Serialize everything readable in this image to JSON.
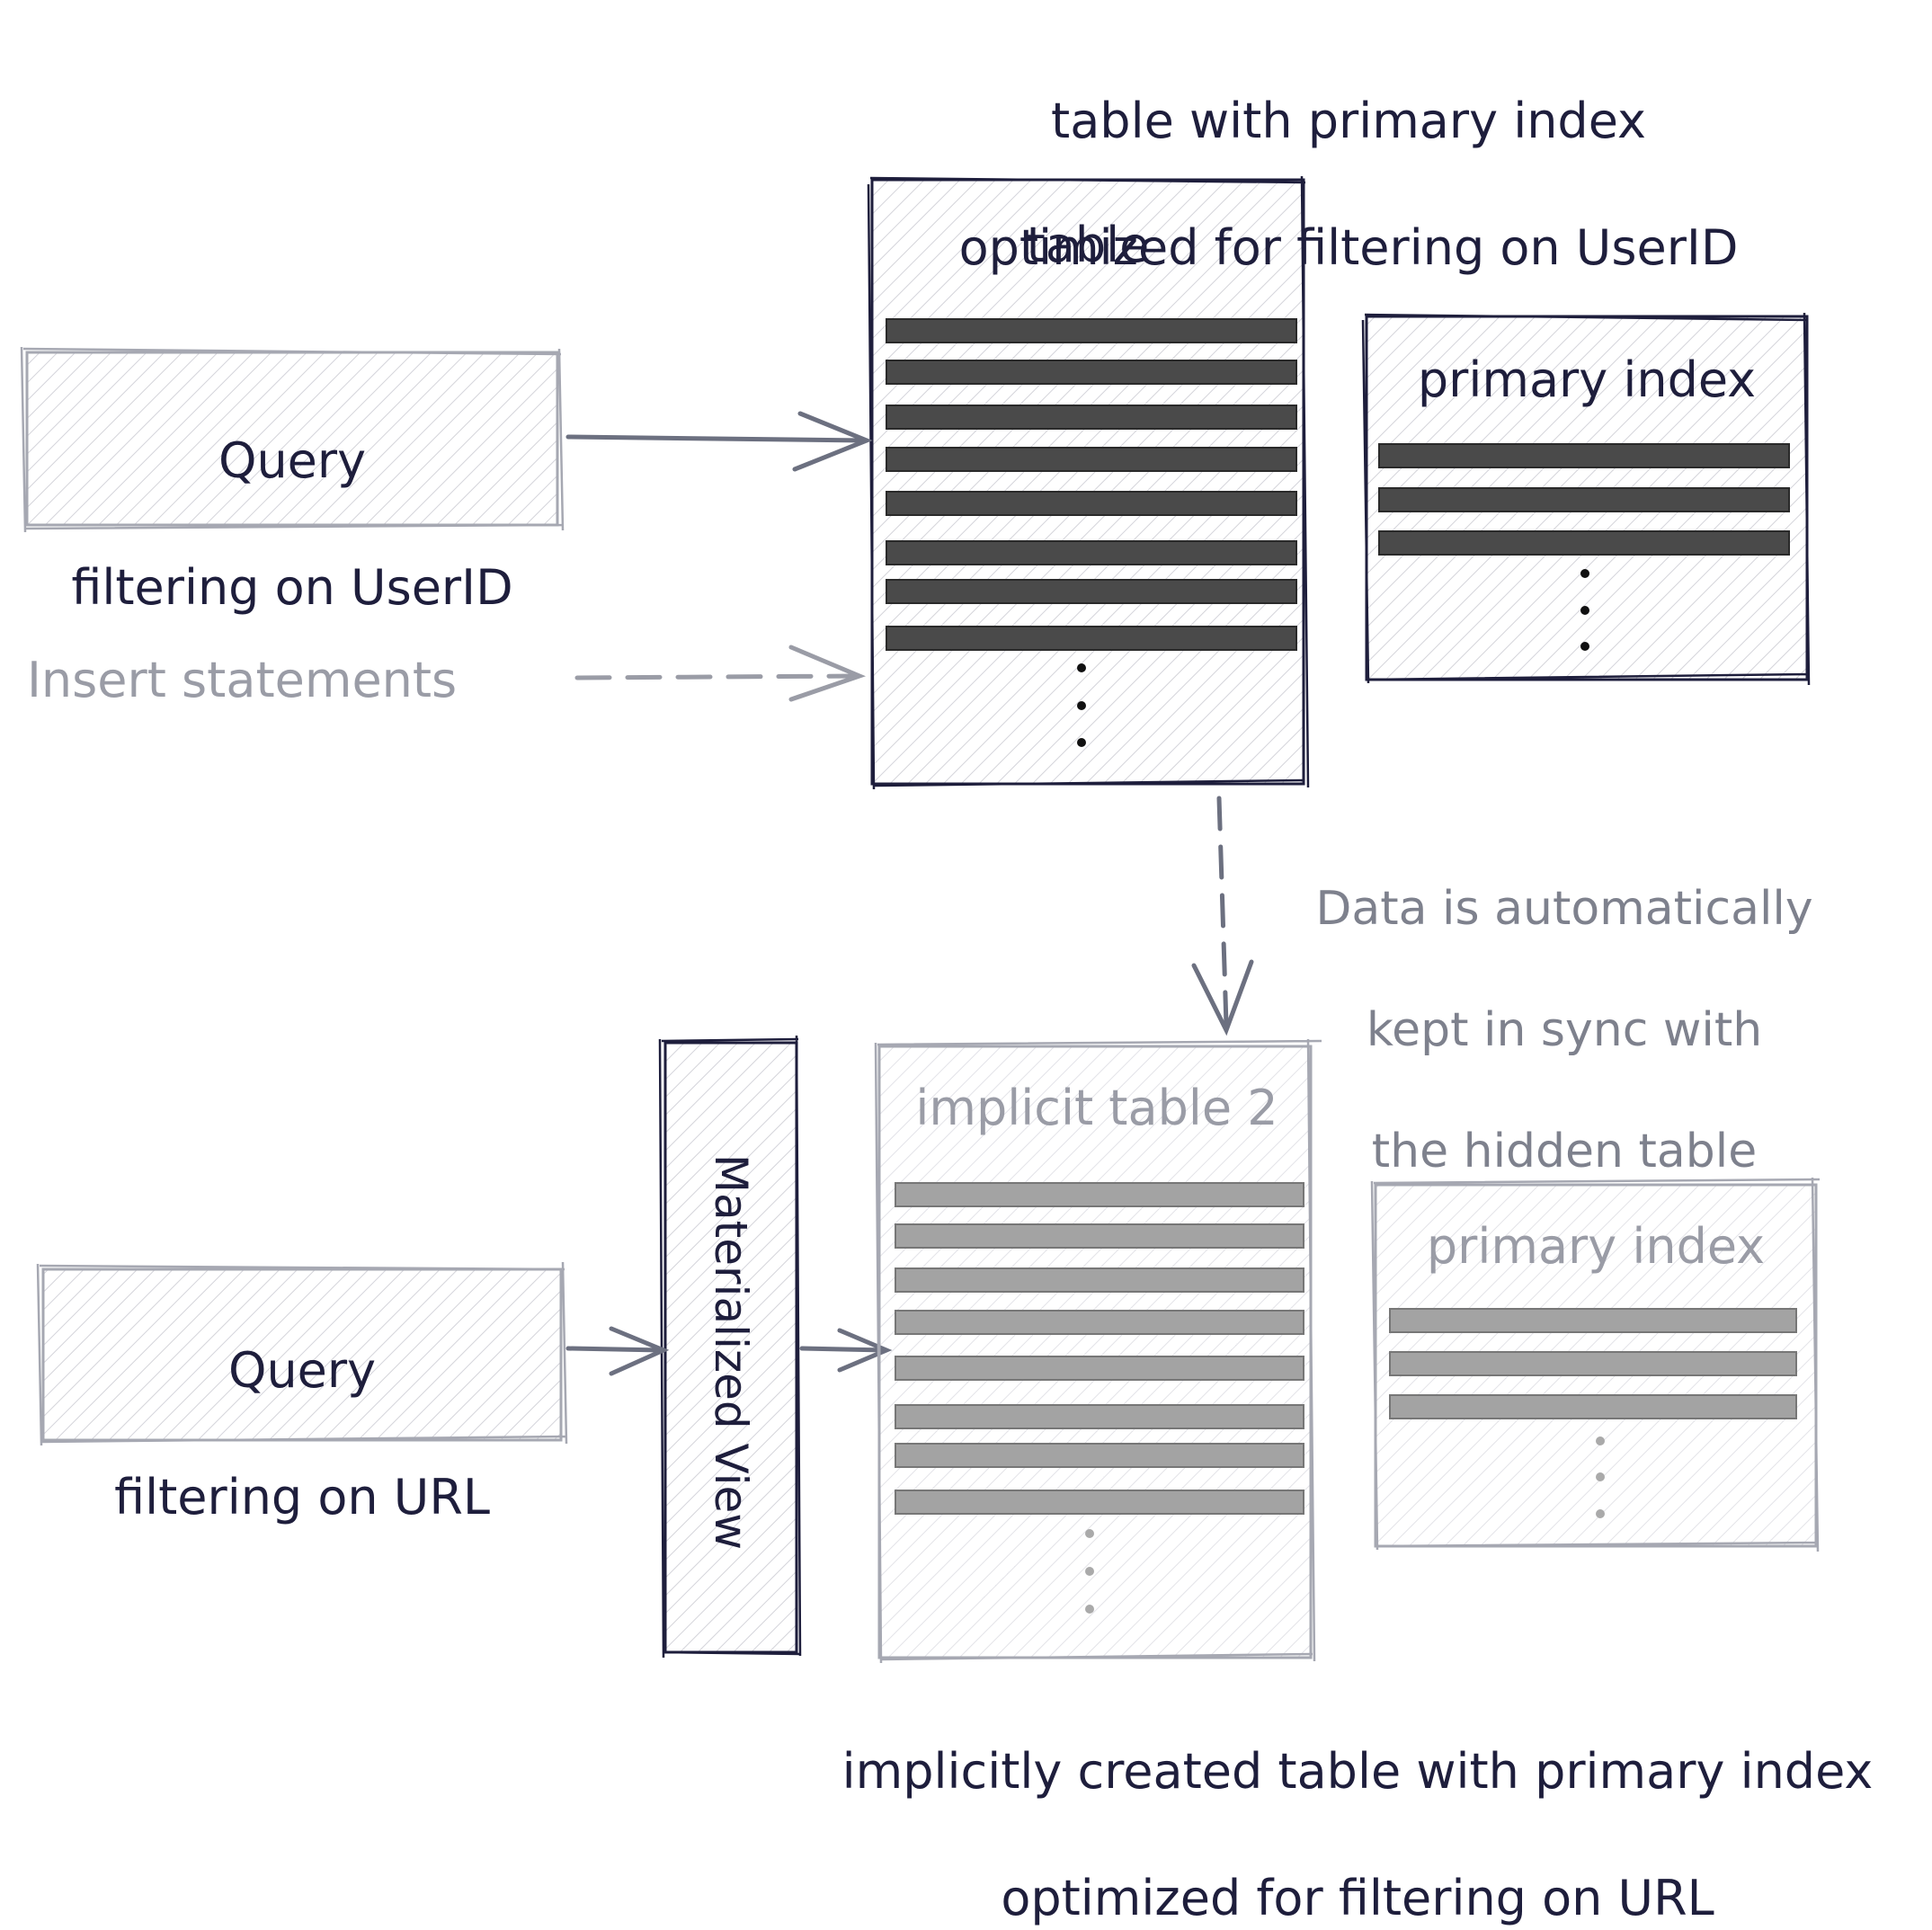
{
  "colors": {
    "ink": "#1e1e3c",
    "grey_ink": "#a6a8b2",
    "arrow": "#6c7080",
    "bar_dark": "#4a4a4a",
    "bar_light": "#a3a3a3",
    "hatch": "#d6d6dc"
  },
  "top_table": {
    "caption_line1": "table with primary index",
    "caption_line2": "optimized for filtering on UserID",
    "title": "table",
    "index_title": "primary index"
  },
  "query_userid": {
    "line1": "Query",
    "line2": "filtering on UserID"
  },
  "insert_label": "Insert statements",
  "sync_note": {
    "line1": "Data is automatically",
    "line2": "kept in sync with",
    "line3": "the hidden table"
  },
  "materialized_view": {
    "label": "Materialized View"
  },
  "bottom_table": {
    "title": "implicit table 2",
    "index_title": "primary index",
    "caption_line1": "implicitly created table with primary index",
    "caption_line2": "optimized for filtering on URL"
  },
  "query_url": {
    "line1": "Query",
    "line2": "filtering on URL"
  },
  "icons": [
    "arrow-right-icon",
    "dashed-arrow-right-icon",
    "dashed-arrow-down-icon",
    "ellipsis-vertical-icon"
  ]
}
